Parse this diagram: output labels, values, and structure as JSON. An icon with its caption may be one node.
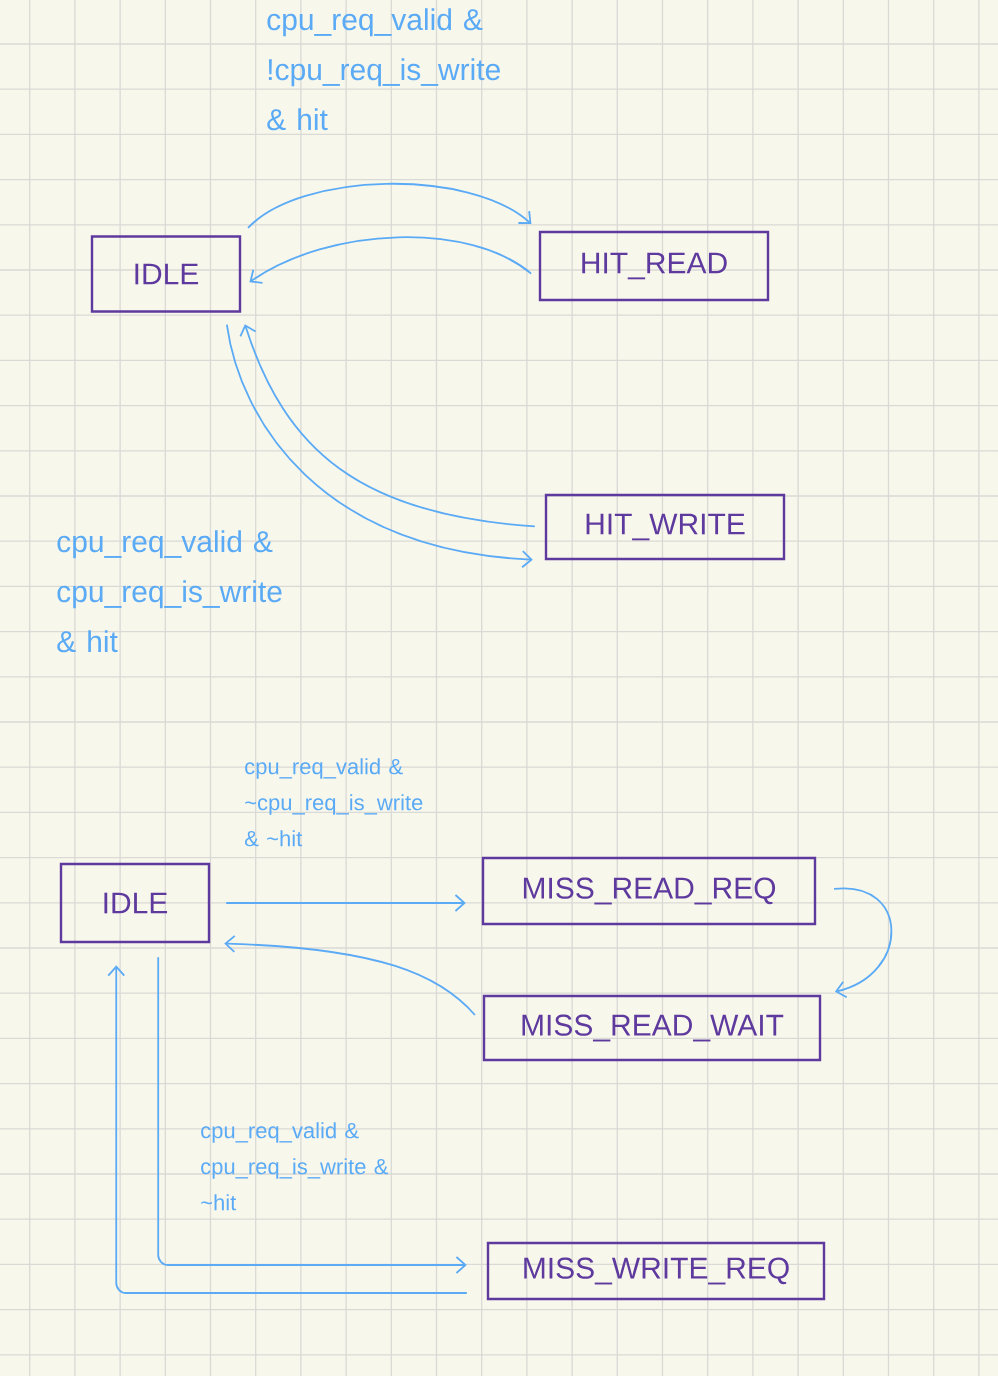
{
  "diagram": {
    "nodes": [
      {
        "text": [
          "IDLE"
        ]
      },
      {
        "text": [
          "HIT_READ"
        ]
      },
      {
        "text": [
          "HIT_WRITE"
        ]
      },
      {
        "text": [
          "IDLE"
        ]
      },
      {
        "text": [
          "MISS_READ_REQ"
        ]
      },
      {
        "text": [
          "MISS_READ_WAIT"
        ]
      },
      {
        "text": [
          "MISS_WRITE_REQ"
        ]
      }
    ],
    "edges": [
      {
        "from": 0,
        "to": 1,
        "arrow": "to",
        "label": "cpu_req_valid & !cpu_req_is_write & hit"
      },
      {
        "from": 1,
        "to": 0,
        "arrow": "to"
      },
      {
        "from": 0,
        "to": 2,
        "arrow": "to",
        "label": "cpu_req_valid & cpu_req_is_write & hit"
      },
      {
        "from": 2,
        "to": 0,
        "arrow": "to"
      },
      {
        "from": 3,
        "to": 4,
        "arrow": "to",
        "label": "cpu_req_valid & ~cpu_req_is_write & ~hit"
      },
      {
        "from": 4,
        "to": 5,
        "arrow": "to"
      },
      {
        "from": 5,
        "to": 3,
        "arrow": "to"
      },
      {
        "from": 3,
        "to": 6,
        "arrow": "to",
        "label": "cpu_req_valid & cpu_req_is_write & ~hit"
      },
      {
        "from": 6,
        "to": 3,
        "arrow": "to"
      }
    ]
  }
}
